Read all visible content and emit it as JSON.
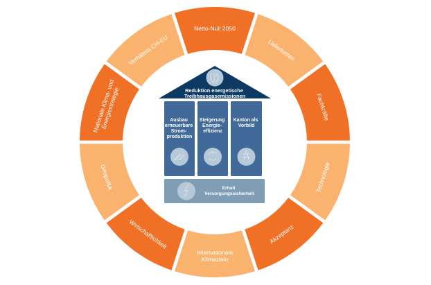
{
  "colors": {
    "orange_dark": "#f07025",
    "orange_light": "#f9b36f",
    "roof": "#0c3a63",
    "pillar": "#41699a",
    "base": "#7f9db5",
    "icon_circle": "#b6c9d9",
    "text": "#ffffff"
  },
  "ring": {
    "segments": [
      {
        "label_lines": [
          "Netto-Null 2050"
        ],
        "tone": "dark",
        "icon": "none"
      },
      {
        "label_lines": [
          "Lieferketten"
        ],
        "tone": "light",
        "icon": "none"
      },
      {
        "label_lines": [
          "Fachkräfte"
        ],
        "tone": "dark",
        "icon": "none"
      },
      {
        "label_lines": [
          "Technologie"
        ],
        "tone": "light",
        "icon": "none"
      },
      {
        "label_lines": [
          "Akzeptanz"
        ],
        "tone": "dark",
        "icon": "none"
      },
      {
        "label_lines": [
          "Internationale",
          "Klimaziele"
        ],
        "tone": "light",
        "icon": "none"
      },
      {
        "label_lines": [
          "Wirtschaftlichkeit"
        ],
        "tone": "dark",
        "icon": "none"
      },
      {
        "label_lines": [
          "Geopolitik"
        ],
        "tone": "light",
        "icon": "none"
      },
      {
        "label_lines": [
          "Nationale Klima- und",
          "Energiestrategie"
        ],
        "tone": "dark",
        "icon": "none"
      },
      {
        "label_lines": [
          "Verhältnis CH-EU"
        ],
        "tone": "light",
        "icon": "none"
      }
    ]
  },
  "house": {
    "roof": {
      "icon": "leaf-globe-icon",
      "lines": [
        "Reduktion energetische",
        "Treibhausgasemissionen"
      ]
    },
    "pillars": [
      {
        "lines": [
          "Ausbau",
          "erneuerbare",
          "Strom-",
          "produktion"
        ],
        "icon": "solar-panel-icon"
      },
      {
        "lines": [
          "Steigerung",
          "Energie-",
          "effizienz"
        ],
        "icon": "efficiency-icon"
      },
      {
        "lines": [
          "Kanton als",
          "Vorbild"
        ],
        "icon": "pylon-icon"
      }
    ],
    "base": {
      "icon": "lightning-icon",
      "lines": [
        "Erhalt",
        "Versorgungssicherheit"
      ]
    }
  }
}
